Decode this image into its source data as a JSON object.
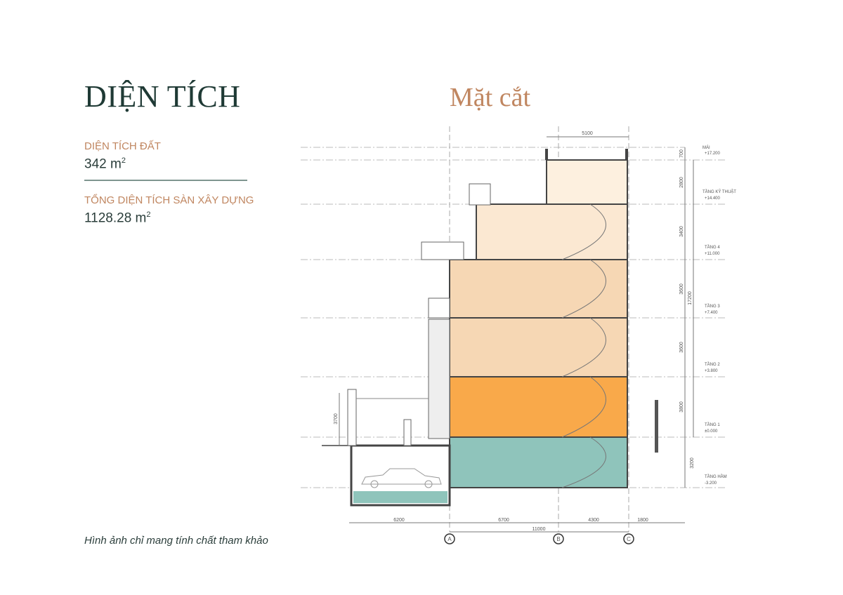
{
  "page": {
    "title": "DIỆN TÍCH",
    "section_title": "Mặt cắt",
    "note": "Hình ảnh chỉ mang tính chất tham khảo"
  },
  "stats": [
    {
      "label": "DIỆN TÍCH ĐẤT",
      "value": "342 m",
      "unit_sup": "2"
    },
    {
      "label": "TỔNG DIỆN TÍCH SÀN XÂY DỰNG",
      "value": "1128.28 m",
      "unit_sup": "2"
    }
  ],
  "levels": [
    {
      "name": "MÁI",
      "elevation": "+17.200"
    },
    {
      "name": "TẦNG KỸ THUẬT",
      "elevation": "+14.400"
    },
    {
      "name": "TẦNG 4",
      "elevation": "+11.000"
    },
    {
      "name": "TẦNG 3",
      "elevation": "+7.400"
    },
    {
      "name": "TẦNG 2",
      "elevation": "+3.800"
    },
    {
      "name": "TẦNG 1",
      "elevation": "±0.000"
    },
    {
      "name": "TẦNG HẦM",
      "elevation": "-3.200"
    }
  ],
  "vertical_dims": [
    "700",
    "2800",
    "3400",
    "3600",
    "3600",
    "3800",
    "3200"
  ],
  "total_height_dim": "17200",
  "fence_dim": "3700",
  "top_dim": "5100",
  "horizontal_dims": [
    "6200",
    "6700",
    "4300",
    "1800"
  ],
  "span_dim": "11000",
  "grid_axes": [
    "A",
    "B",
    "C"
  ],
  "colors": {
    "tech": "#fdf0df",
    "floor4": "#fbe8d2",
    "floor3": "#f6d7b4",
    "floor2": "#f6d7b4",
    "floor1": "#f9a94a",
    "basement": "#8fc4bb"
  }
}
